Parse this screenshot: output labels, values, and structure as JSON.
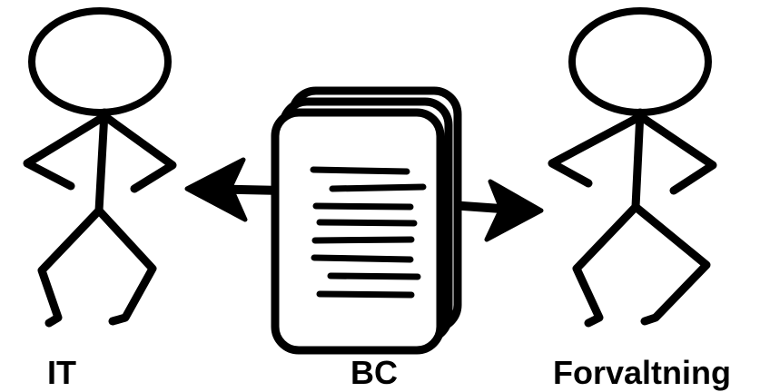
{
  "labels": {
    "left": "IT",
    "center": "BC",
    "right": "Forvaltning"
  },
  "icons": {
    "left_figure": "stick-figure-icon",
    "right_figure": "stick-figure-icon",
    "document": "document-stack-icon",
    "left_arrow": "arrow-left-icon",
    "right_arrow": "arrow-right-icon"
  },
  "colors": {
    "ink": "#000000",
    "background": "#ffffff"
  }
}
